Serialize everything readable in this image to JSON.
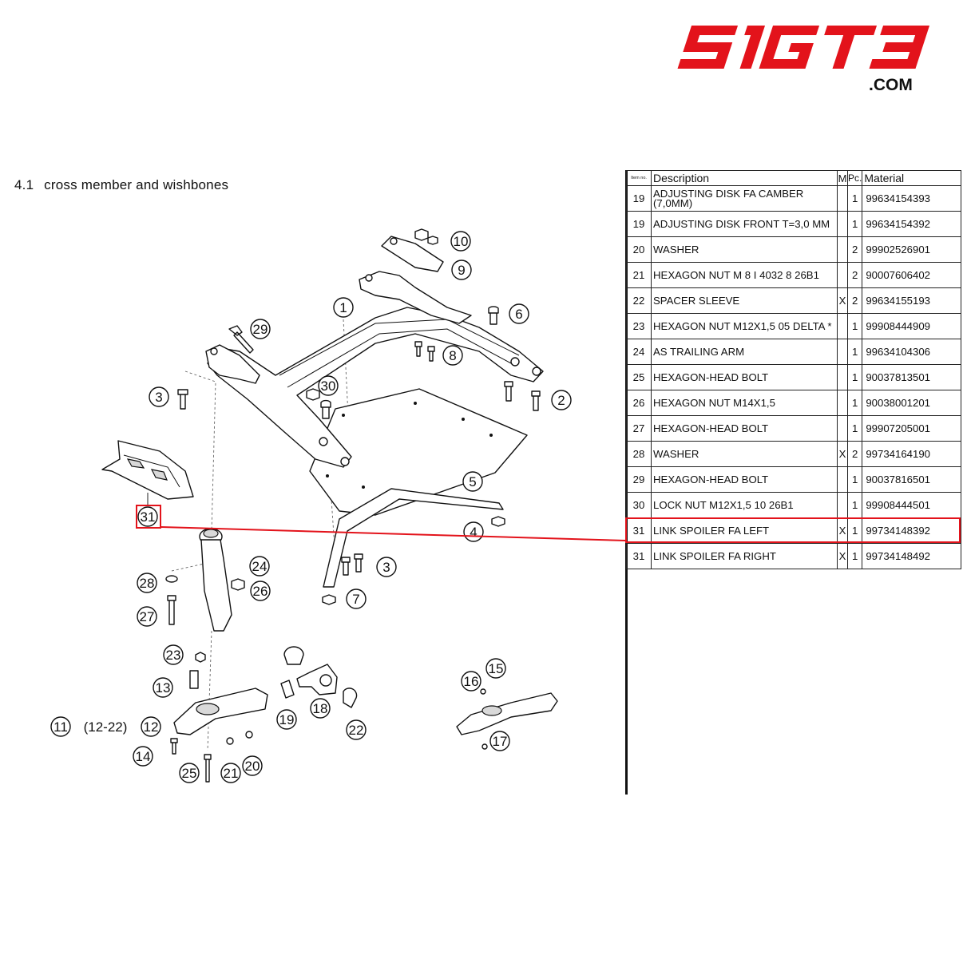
{
  "brand": {
    "logo_text": "SIGT3",
    "domain_text": ".COM",
    "logo_color": "#e3131b"
  },
  "section": {
    "number": "4.1",
    "title": "cross member and wishbones"
  },
  "table": {
    "headers": {
      "item": "Item no.",
      "description": "Description",
      "m": "M",
      "pc": "Pc.",
      "material": "Material"
    },
    "rows": [
      {
        "item": "19",
        "description": "ADJUSTING DISK FA CAMBER (7,0MM)",
        "m": "",
        "pc": "1",
        "material": "99634154393"
      },
      {
        "item": "19",
        "description": "ADJUSTING DISK FRONT T=3,0 MM",
        "m": "",
        "pc": "1",
        "material": "99634154392"
      },
      {
        "item": "20",
        "description": "WASHER",
        "m": "",
        "pc": "2",
        "material": "99902526901"
      },
      {
        "item": "21",
        "description": "HEXAGON NUT M 8 I 4032 8 26B1",
        "m": "",
        "pc": "2",
        "material": "90007606402"
      },
      {
        "item": "22",
        "description": "SPACER SLEEVE",
        "m": "X",
        "pc": "2",
        "material": "99634155193"
      },
      {
        "item": "23",
        "description": "HEXAGON NUT M12X1,5 05 DELTA *",
        "m": "",
        "pc": "1",
        "material": "99908444909"
      },
      {
        "item": "24",
        "description": "AS TRAILING ARM",
        "m": "",
        "pc": "1",
        "material": "99634104306"
      },
      {
        "item": "25",
        "description": "HEXAGON-HEAD BOLT",
        "m": "",
        "pc": "1",
        "material": "90037813501"
      },
      {
        "item": "26",
        "description": "HEXAGON NUT M14X1,5",
        "m": "",
        "pc": "1",
        "material": "90038001201"
      },
      {
        "item": "27",
        "description": "HEXAGON-HEAD BOLT",
        "m": "",
        "pc": "1",
        "material": "99907205001"
      },
      {
        "item": "28",
        "description": "WASHER",
        "m": "X",
        "pc": "2",
        "material": "99734164190"
      },
      {
        "item": "29",
        "description": "HEXAGON-HEAD BOLT",
        "m": "",
        "pc": "1",
        "material": "90037816501"
      },
      {
        "item": "30",
        "description": "LOCK NUT M12X1,5 10 26B1",
        "m": "",
        "pc": "1",
        "material": "99908444501"
      },
      {
        "item": "31",
        "description": "LINK SPOILER FA LEFT",
        "m": "X",
        "pc": "1",
        "material": "99734148392"
      },
      {
        "item": "31",
        "description": "LINK SPOILER FA RIGHT",
        "m": "X",
        "pc": "1",
        "material": "99734148492"
      }
    ],
    "highlight_color": "#e3131b"
  },
  "callouts": {
    "c1": "1",
    "c2": "2",
    "c3a": "3",
    "c3b": "3",
    "c4": "4",
    "c5": "5",
    "c6": "6",
    "c7": "7",
    "c8": "8",
    "c9": "9",
    "c10": "10",
    "c11": "11",
    "c11_range": "(12-22)",
    "c12": "12",
    "c13": "13",
    "c14": "14",
    "c15": "15",
    "c16": "16",
    "c17": "17",
    "c18": "18",
    "c19": "19",
    "c20": "20",
    "c21": "21",
    "c22": "22",
    "c23": "23",
    "c24": "24",
    "c25": "25",
    "c26": "26",
    "c27": "27",
    "c28": "28",
    "c29": "29",
    "c30": "30",
    "c31": "31"
  }
}
